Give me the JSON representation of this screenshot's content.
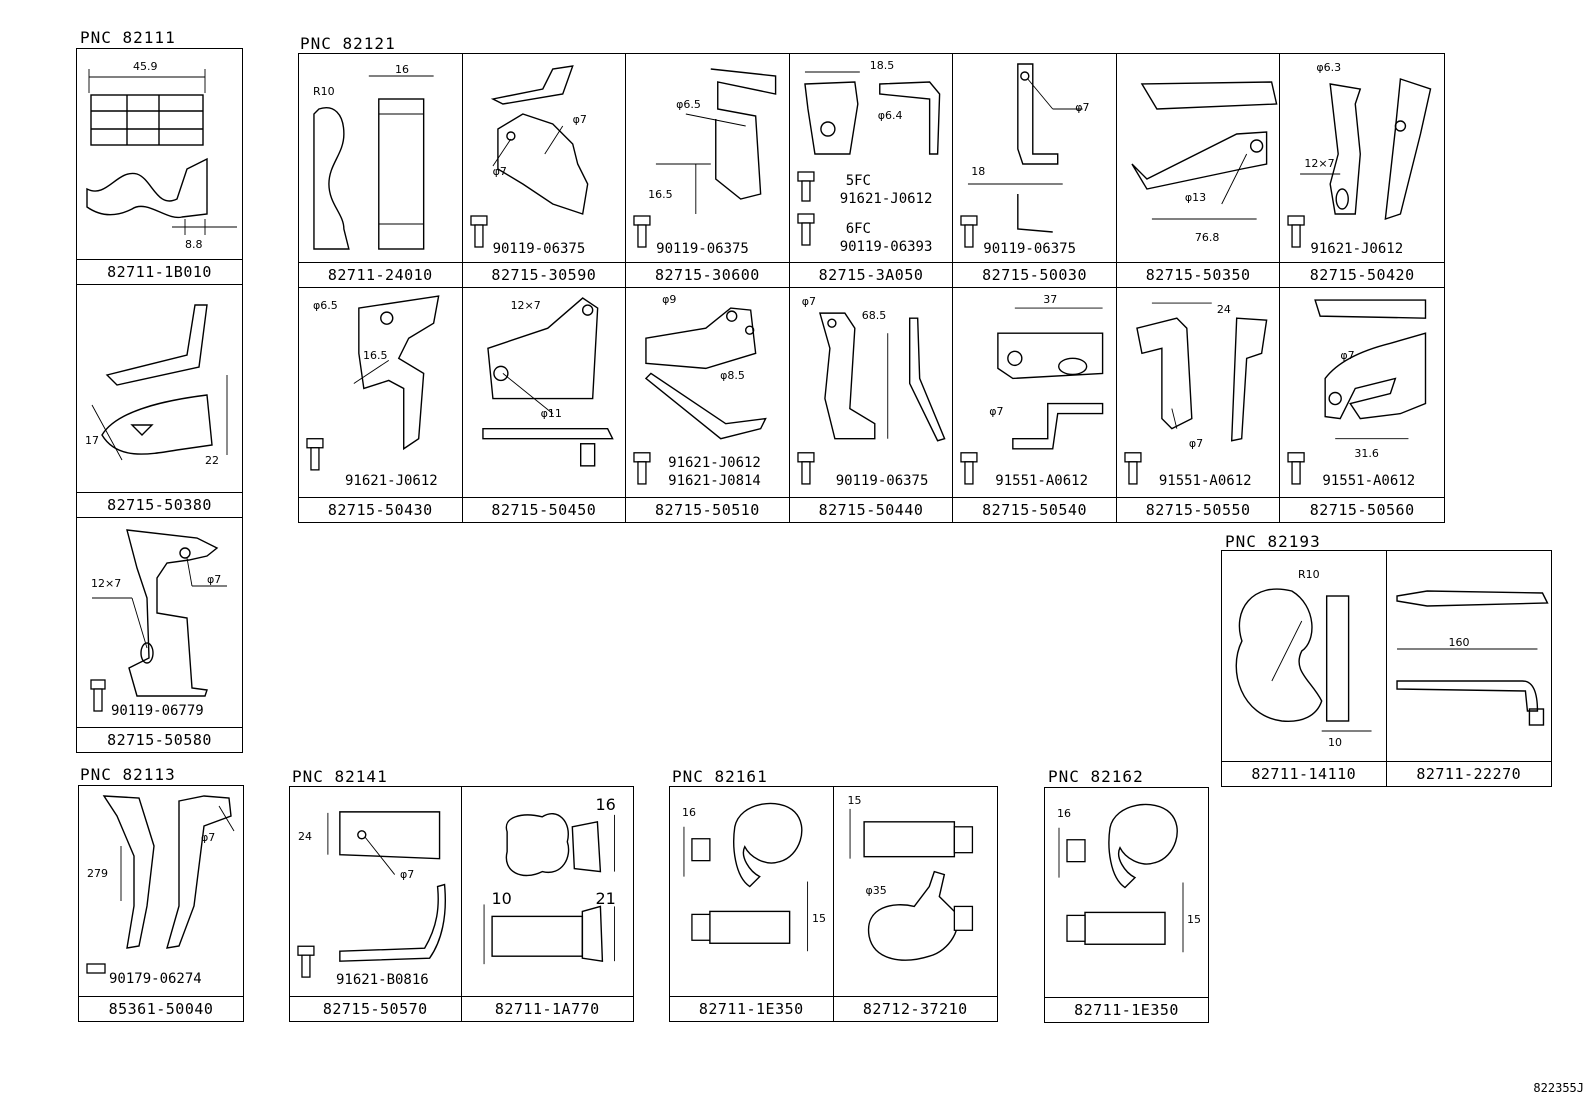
{
  "diagram_code": "822355J",
  "groups": [
    {
      "pnc": "PNC 82111",
      "parts": [
        {
          "part_no": "82711-1B010",
          "bolt": "",
          "dims": [
            "45.9",
            "8.8"
          ]
        },
        {
          "part_no": "82715-50380",
          "bolt": "",
          "dims": [
            "17",
            "22"
          ]
        },
        {
          "part_no": "82715-50580",
          "bolt": "90119-06779",
          "dims": [
            "12×7",
            "φ7"
          ]
        }
      ]
    },
    {
      "pnc": "PNC 82121",
      "parts": [
        {
          "part_no": "82711-24010",
          "bolt": "",
          "dims": [
            "R10",
            "16"
          ]
        },
        {
          "part_no": "82715-30590",
          "bolt": "90119-06375",
          "dims": [
            "φ7",
            "φ7"
          ]
        },
        {
          "part_no": "82715-30600",
          "bolt": "90119-06375",
          "dims": [
            "φ6.5",
            "16.5"
          ]
        },
        {
          "part_no": "82715-3A050",
          "bolt": "",
          "dims": [
            "18.5",
            "φ6.4"
          ],
          "bolt_5fc_label": "5FC",
          "bolt_5fc": "91621-J0612",
          "bolt_6fc_label": "6FC",
          "bolt_6fc": "90119-06393"
        },
        {
          "part_no": "82715-50030",
          "bolt": "90119-06375",
          "dims": [
            "φ7",
            "18"
          ]
        },
        {
          "part_no": "82715-50350",
          "bolt": "",
          "dims": [
            "φ13",
            "76.8"
          ]
        },
        {
          "part_no": "82715-50420",
          "bolt": "91621-J0612",
          "dims": [
            "φ6.3",
            "12×7"
          ]
        },
        {
          "part_no": "82715-50430",
          "bolt": "91621-J0612",
          "dims": [
            "φ6.5",
            "16.5"
          ]
        },
        {
          "part_no": "82715-50450",
          "bolt": "",
          "dims": [
            "12×7",
            "φ11"
          ]
        },
        {
          "part_no": "82715-50510",
          "bolt": "91621-J0612",
          "bolt2": "91621-J0814",
          "dims": [
            "φ9",
            "φ8.5"
          ]
        },
        {
          "part_no": "82715-50440",
          "bolt": "90119-06375",
          "dims": [
            "φ7",
            "68.5"
          ]
        },
        {
          "part_no": "82715-50540",
          "bolt": "91551-A0612",
          "dims": [
            "37",
            "φ7"
          ]
        },
        {
          "part_no": "82715-50550",
          "bolt": "91551-A0612",
          "dims": [
            "24",
            "φ7"
          ]
        },
        {
          "part_no": "82715-50560",
          "bolt": "91551-A0612",
          "dims": [
            "φ7",
            "31.6"
          ]
        }
      ]
    },
    {
      "pnc": "PNC 82193",
      "parts": [
        {
          "part_no": "82711-14110",
          "dims": [
            "R10",
            "10"
          ]
        },
        {
          "part_no": "82711-22270",
          "dims": [
            "160"
          ]
        }
      ]
    },
    {
      "pnc": "PNC 82113",
      "parts": [
        {
          "part_no": "85361-50040",
          "bolt": "90179-06274",
          "dims": [
            "279",
            "φ7"
          ]
        }
      ]
    },
    {
      "pnc": "PNC 82141",
      "parts": [
        {
          "part_no": "82715-50570",
          "bolt": "91621-B0816",
          "dims": [
            "24",
            "φ7"
          ]
        },
        {
          "part_no": "82711-1A770",
          "dims": [
            "16",
            "10",
            "21"
          ]
        }
      ]
    },
    {
      "pnc": "PNC 82161",
      "parts": [
        {
          "part_no": "82711-1E350",
          "dims": [
            "16",
            "15"
          ]
        },
        {
          "part_no": "82712-37210",
          "dims": [
            "15",
            "φ35"
          ]
        }
      ]
    },
    {
      "pnc": "PNC 82162",
      "parts": [
        {
          "part_no": "82711-1E350",
          "dims": [
            "16",
            "15"
          ]
        }
      ]
    }
  ]
}
